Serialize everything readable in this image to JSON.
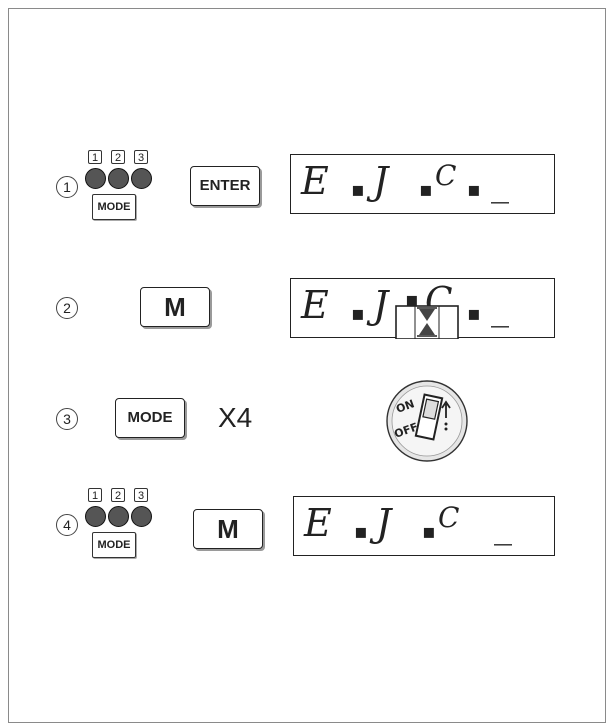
{
  "steps": [
    {
      "number": "1",
      "indicator": {
        "lamps": [
          "1",
          "2",
          "3"
        ],
        "mode_label": "MODE"
      },
      "key_label": "ENTER",
      "display": {
        "chars": [
          "E",
          "J",
          "C"
        ],
        "separators": [
          true,
          true,
          true
        ],
        "cursor": "_",
        "hourglass": false
      }
    },
    {
      "number": "2",
      "key_label": "M",
      "display": {
        "chars": [
          "E",
          "J",
          "C"
        ],
        "separators": [
          true,
          true,
          true
        ],
        "cursor": "_",
        "hourglass": true
      }
    },
    {
      "number": "3",
      "key_label": "MODE",
      "repeat_label": "X4",
      "switch": {
        "on_label": "ON",
        "off_label": "OFF"
      }
    },
    {
      "number": "4",
      "indicator": {
        "lamps": [
          "1",
          "2",
          "3"
        ],
        "mode_label": "MODE"
      },
      "key_label": "M",
      "display": {
        "chars": [
          "E",
          "J",
          "C"
        ],
        "separators": [
          true,
          true,
          false
        ],
        "cursor": "_",
        "hourglass": false
      }
    }
  ]
}
